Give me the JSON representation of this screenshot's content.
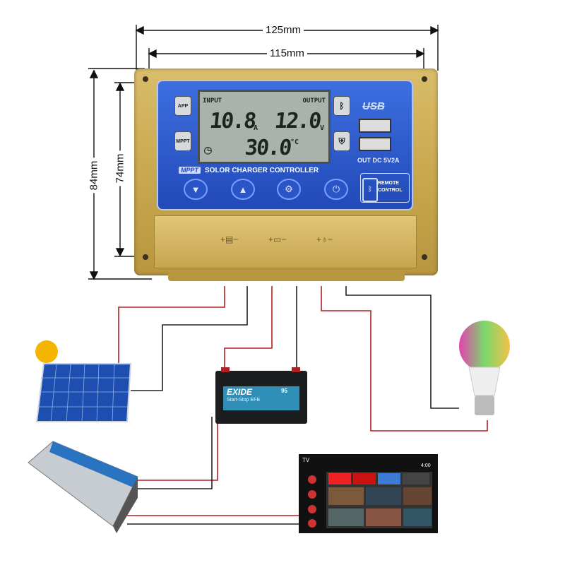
{
  "dimensions": {
    "width_outer": "125mm",
    "width_inner": "115mm",
    "height_outer": "84mm",
    "height_inner": "74mm"
  },
  "controller": {
    "lcd": {
      "input_label": "INPUT",
      "output_label": "OUTPUT",
      "current": "10.8",
      "current_unit": "A",
      "voltage": "12.0",
      "voltage_unit": "V",
      "temperature": "30.0",
      "temperature_unit": "°C"
    },
    "left_buttons": [
      {
        "label": "APP"
      },
      {
        "label": "MPPT"
      }
    ],
    "right_buttons": [
      {
        "icon": "bluetooth-icon"
      },
      {
        "icon": "shield-icon"
      }
    ],
    "usb_label": "USB",
    "usb_output": "OUT DC 5V2A",
    "mppt_badge": "MPPT",
    "title": "SOLOR CHARGER CONTROLLER",
    "buttons": [
      {
        "name": "down",
        "glyph": "▼"
      },
      {
        "name": "up",
        "glyph": "▲"
      },
      {
        "name": "settings",
        "glyph": "⚙"
      },
      {
        "name": "power",
        "glyph": "⏻"
      }
    ],
    "remote_label_1": "REMOTE",
    "remote_label_2": "CONTROL",
    "terminals": [
      "+▤−",
      "+▭−",
      "+♁−"
    ]
  },
  "battery": {
    "brand": "EXIDE",
    "model": "Start-Stop EFB",
    "capacity": "95"
  },
  "tv": {
    "label": "TV",
    "time": "4:00"
  },
  "colors": {
    "panel_blue": "#2a55c8",
    "gold": "#c9a84f",
    "wire_red": "#b02020",
    "wire_black": "#222222"
  }
}
